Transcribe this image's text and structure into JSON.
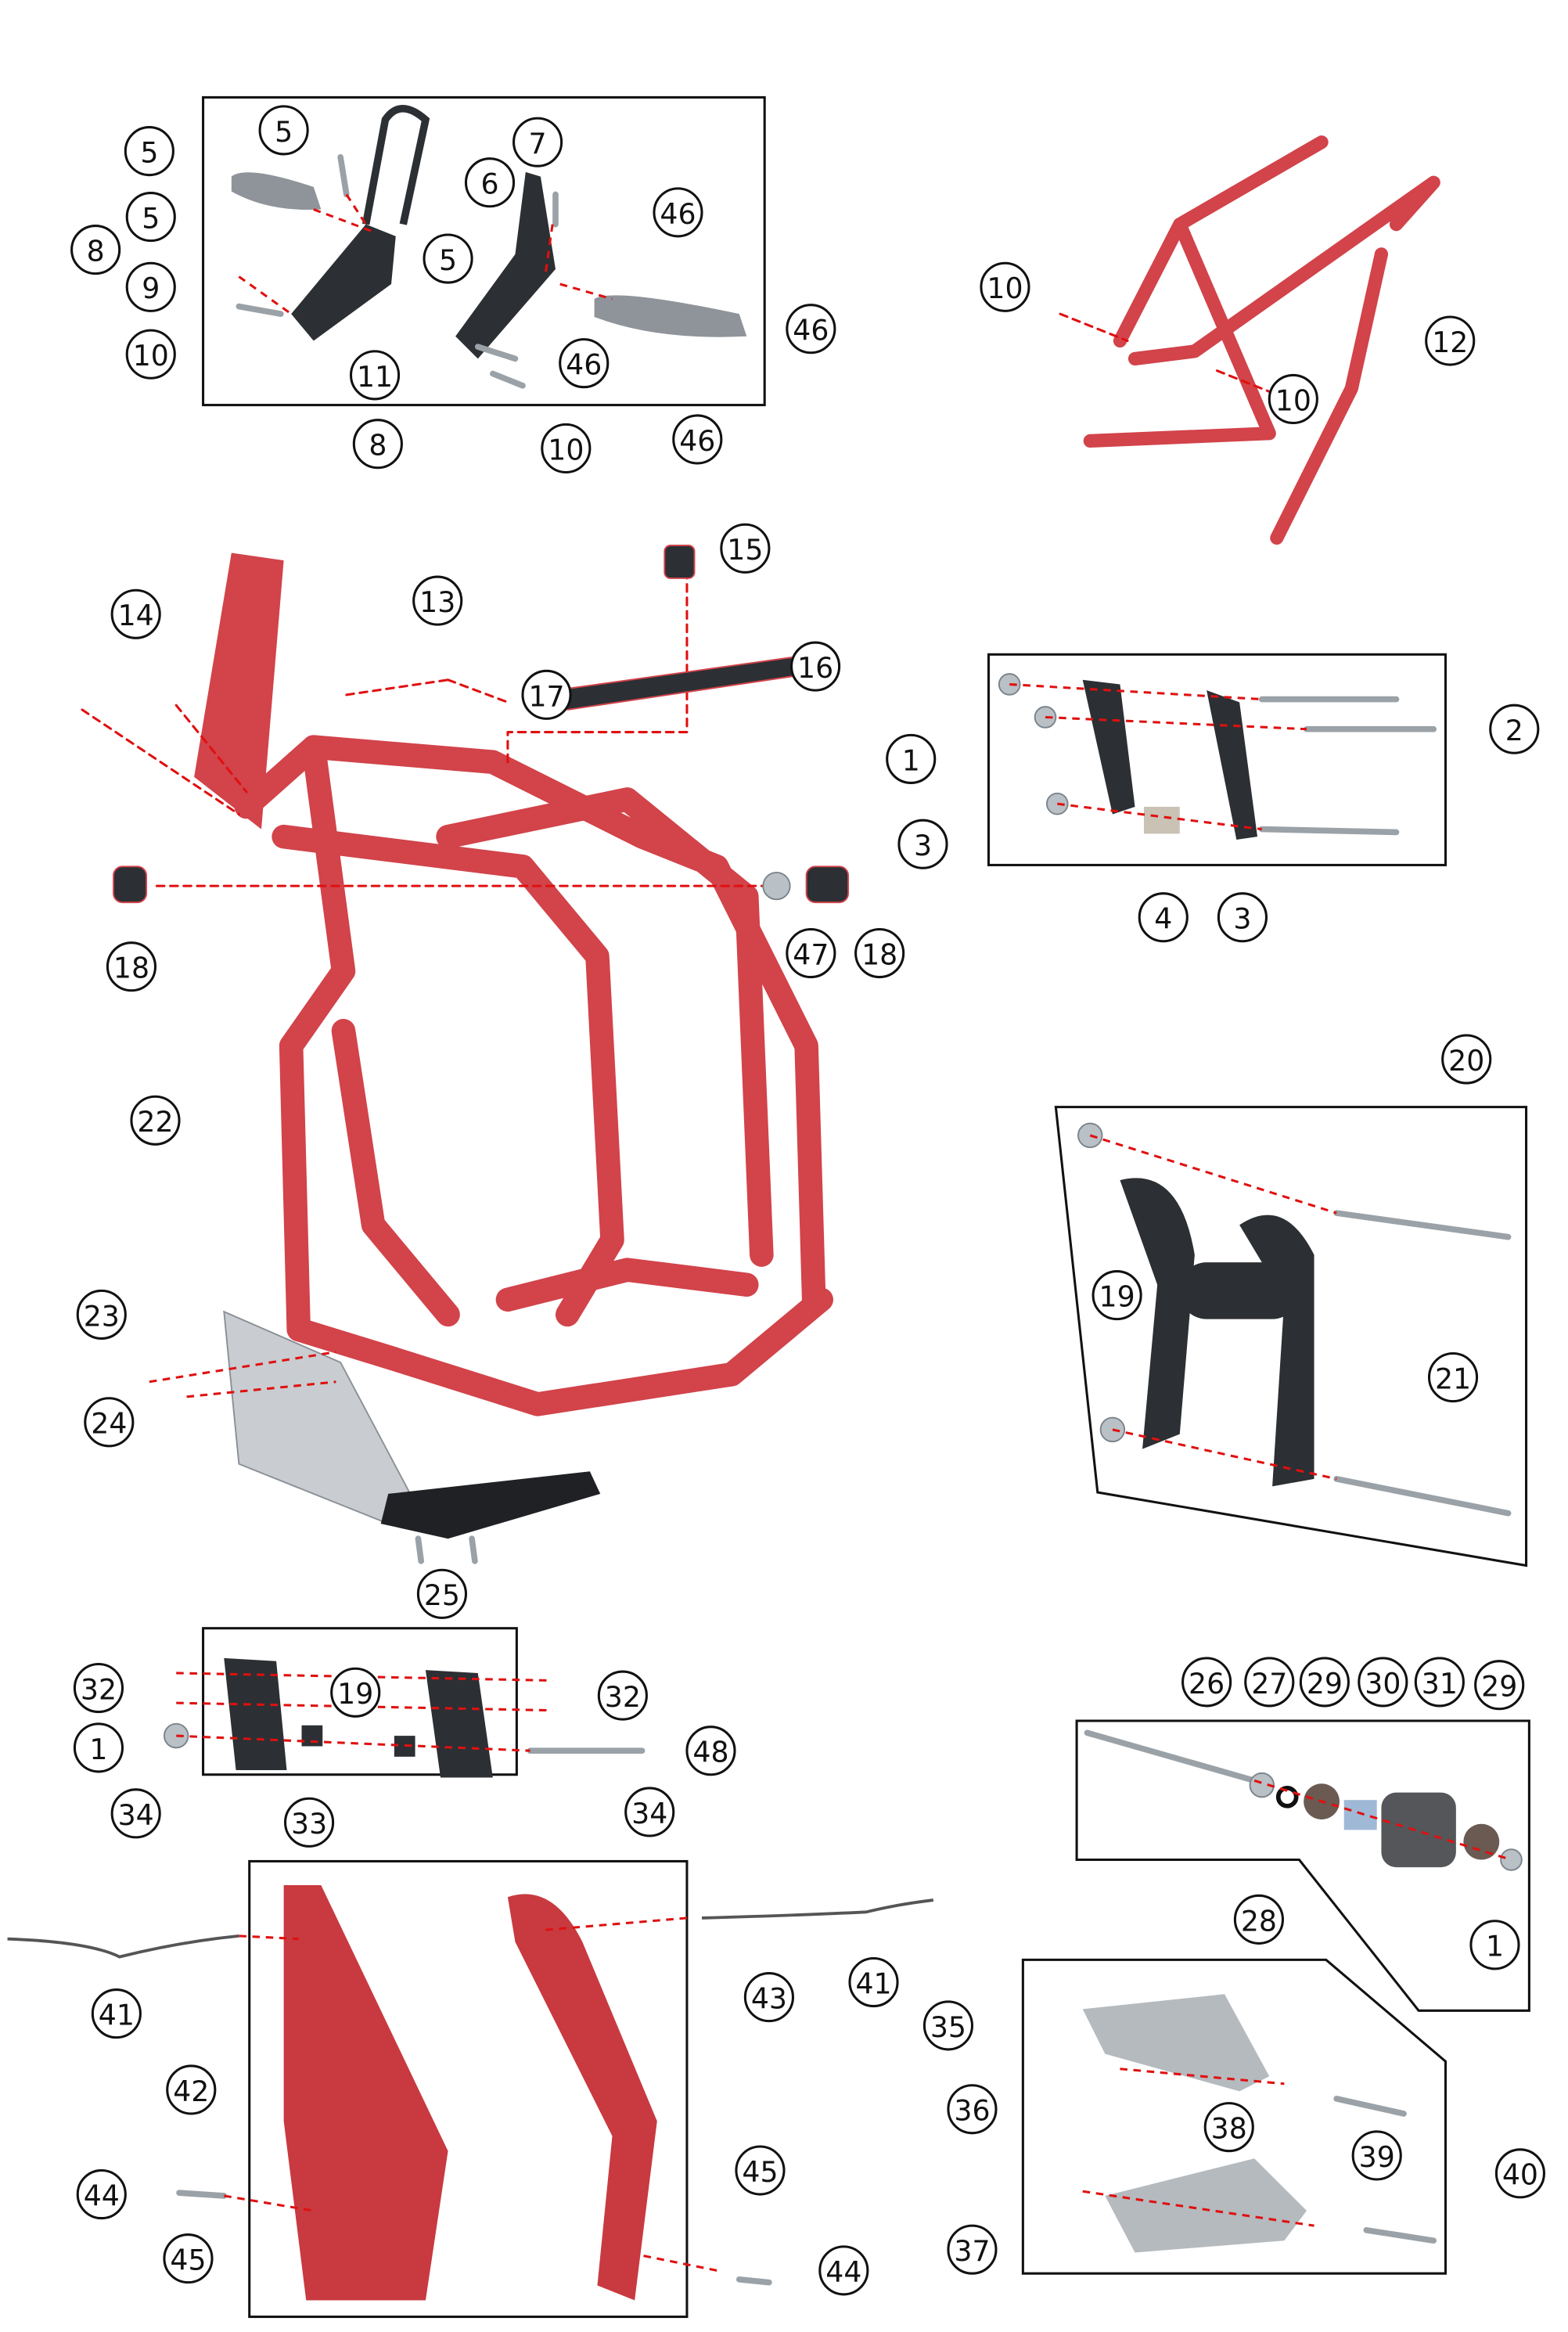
{
  "diagram": {
    "title": "Frame assembly exploded parts diagram",
    "colors": {
      "frame_red": "#d2434a",
      "dashed_line": "#e01010",
      "dark_part": "#2c2f33",
      "hardware": "#b9c0c6"
    },
    "callouts": [
      "5",
      "5",
      "5",
      "6",
      "7",
      "46",
      "8",
      "9",
      "5",
      "10",
      "11",
      "46",
      "46",
      "8",
      "10",
      "46",
      "10",
      "12",
      "10",
      "14",
      "13",
      "15",
      "16",
      "17",
      "18",
      "47",
      "18",
      "22",
      "1",
      "2",
      "3",
      "4",
      "3",
      "20",
      "19",
      "21",
      "23",
      "24",
      "25",
      "32",
      "19",
      "32",
      "1",
      "48",
      "34",
      "33",
      "34",
      "26",
      "27",
      "29",
      "30",
      "31",
      "29",
      "28",
      "1",
      "41",
      "42",
      "43",
      "41",
      "44",
      "45",
      "45",
      "44",
      "35",
      "36",
      "38",
      "40",
      "39",
      "37"
    ]
  }
}
